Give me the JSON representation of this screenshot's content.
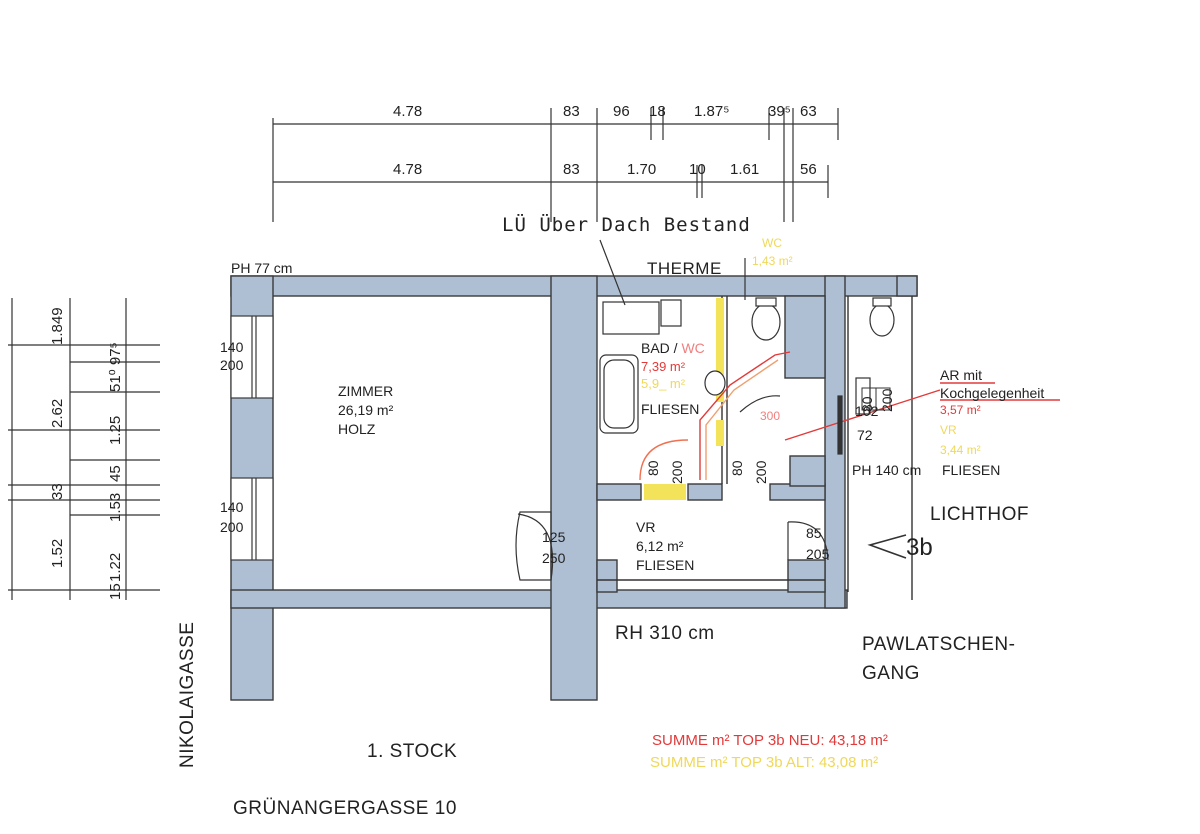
{
  "dimensions": {
    "top_row1": [
      "4.78",
      "83",
      "96",
      "18",
      "1.87⁵",
      "39⁵",
      "63"
    ],
    "top_row2": [
      "4.78",
      "83",
      "1.70",
      "10",
      "1.61",
      "56"
    ],
    "left_col_outer": [
      "1.849",
      "2.62",
      "33",
      "1.52",
      "15"
    ],
    "left_col_inner": [
      "51⁰ 97⁵",
      "1.25",
      "45",
      "1.53",
      "1.22"
    ]
  },
  "notes": {
    "lue": "LÜ Über Dach Bestand",
    "therme": "THERME",
    "ph_left": "PH 77 cm",
    "ph_right": "PH 140 cm",
    "rh": "RH 310 cm",
    "floor": "1. STOCK",
    "address": "GRÜNANGERGASSE 10",
    "street_left": "NIKOLAIGASSE",
    "lichthof": "LICHTHOF",
    "pawlatschen_1": "PAWLATSCHEN-",
    "pawlatschen_2": "GANG",
    "top_marker": "3b"
  },
  "rooms": {
    "zimmer": {
      "name": "ZIMMER",
      "area": "26,19 m²",
      "floor": "HOLZ"
    },
    "bad": {
      "name": "BAD /",
      "name_suffix": "WC",
      "area_new": "7,39 m²",
      "area_old": "5,9_ m²",
      "floor": "FLIESEN"
    },
    "wc": {
      "name": "WC",
      "area": "1,43 m²"
    },
    "vr": {
      "name": "VR",
      "area": "6,12 m²",
      "floor": "FLIESEN"
    },
    "ar": {
      "name_1": "AR mit",
      "name_2": "Kochgelegenheit",
      "area": "3,57 m²",
      "old_name": "VR",
      "old_area": "3,44 m²",
      "floor": "FLIESEN"
    }
  },
  "openings": {
    "window1": [
      "140",
      "200"
    ],
    "window2": [
      "140",
      "200"
    ],
    "door_entry": [
      "125",
      "250"
    ],
    "door_top": [
      "85",
      "205"
    ],
    "door_bad": [
      "80",
      "200"
    ],
    "door_wc": [
      "80",
      "200"
    ],
    "door_ar_v": [
      "80",
      "200"
    ],
    "door_ar": [
      "102",
      "72"
    ],
    "door_wc_small": "300"
  },
  "summary": {
    "new": "SUMME m² TOP 3b NEU:  43,18 m²",
    "old": "SUMME m² TOP 3b ALT:  43,08 m²"
  },
  "colors": {
    "wall": "#aebfd4",
    "wall_stroke": "#3a3a3a",
    "highlight_yellow": "#f2e35a",
    "annotation_red": "#e23a3a",
    "annotation_pink": "#f08080",
    "annotation_orange": "#f0a070"
  }
}
